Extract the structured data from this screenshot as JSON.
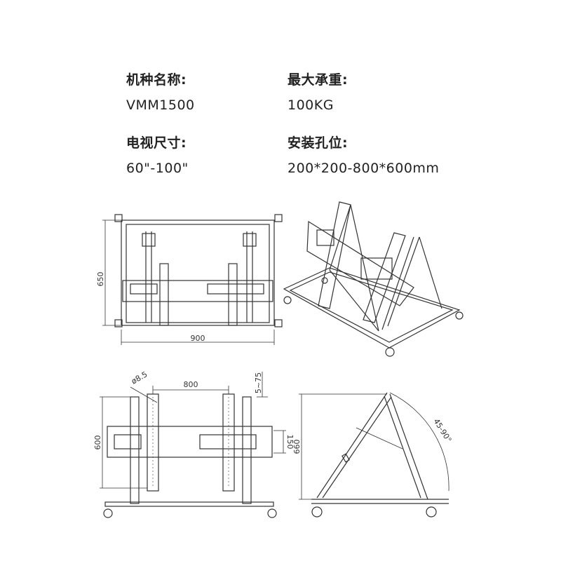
{
  "specs": {
    "model_label": "机种名称:",
    "model_value": "VMM1500",
    "load_label": "最大承重:",
    "load_value": "100KG",
    "size_label": "电视尺寸:",
    "size_value": "60\"-100\"",
    "holes_label": "安装孔位:",
    "holes_value": "200*200-800*600mm"
  },
  "dimensions": {
    "top_height": "650",
    "top_width": "900",
    "hole_diameter": "ø8.5",
    "arm_spacing": "800",
    "offset": "5~75",
    "front_height": "600",
    "bracket_height": "150",
    "side_height": "660",
    "tilt_angle": "45-90°"
  }
}
